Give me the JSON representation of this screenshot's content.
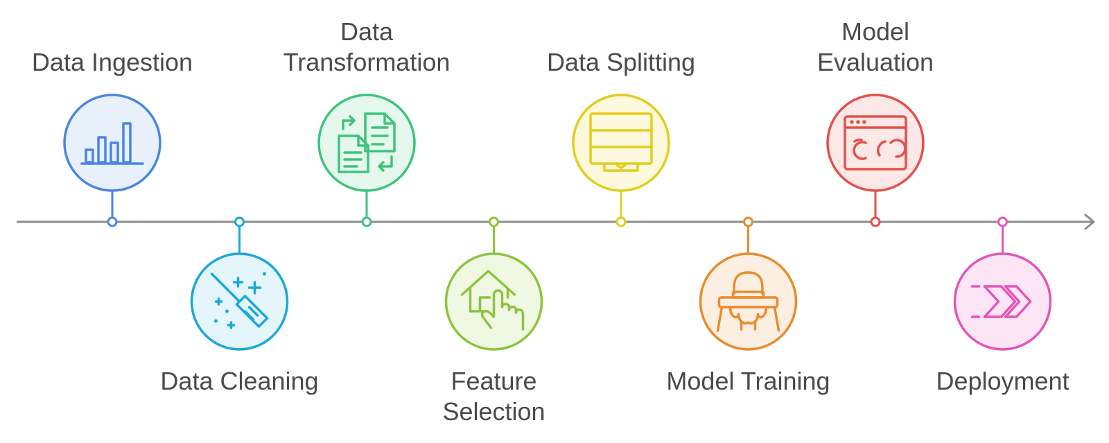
{
  "steps": [
    {
      "id": "data-ingestion",
      "label": [
        "Data Ingestion"
      ],
      "icon": "bar-chart-icon",
      "color": "#4a86e0",
      "fill": "#e8f0fc"
    },
    {
      "id": "data-cleaning",
      "label": [
        "Data Cleaning"
      ],
      "icon": "broom-sparkle-icon",
      "color": "#1aa8d8",
      "fill": "#e4f5fb"
    },
    {
      "id": "data-transformation",
      "label": [
        "Data",
        "Transformation"
      ],
      "icon": "document-swap-icon",
      "color": "#3cc47c",
      "fill": "#e6f8ee"
    },
    {
      "id": "feature-selection",
      "label": [
        "Feature",
        "Selection"
      ],
      "icon": "house-hand-icon",
      "color": "#8cc43c",
      "fill": "#f0f8e4"
    },
    {
      "id": "data-splitting",
      "label": [
        "Data Splitting"
      ],
      "icon": "panel-split-icon",
      "color": "#e4cc1c",
      "fill": "#fcf9dc"
    },
    {
      "id": "model-training",
      "label": [
        "Model Training"
      ],
      "icon": "desk-chair-icon",
      "color": "#e88c2c",
      "fill": "#fcefe2"
    },
    {
      "id": "model-evaluation",
      "label": [
        "Model",
        "Evaluation"
      ],
      "icon": "browser-window-icon",
      "color": "#e4504c",
      "fill": "#fce8e6"
    },
    {
      "id": "deployment",
      "label": [
        "Deployment"
      ],
      "icon": "fast-forward-icon",
      "color": "#e454b8",
      "fill": "#fce6f5"
    }
  ],
  "timeline": {
    "line_color": "#8c8c8c",
    "arrow": "arrow-right-icon"
  }
}
